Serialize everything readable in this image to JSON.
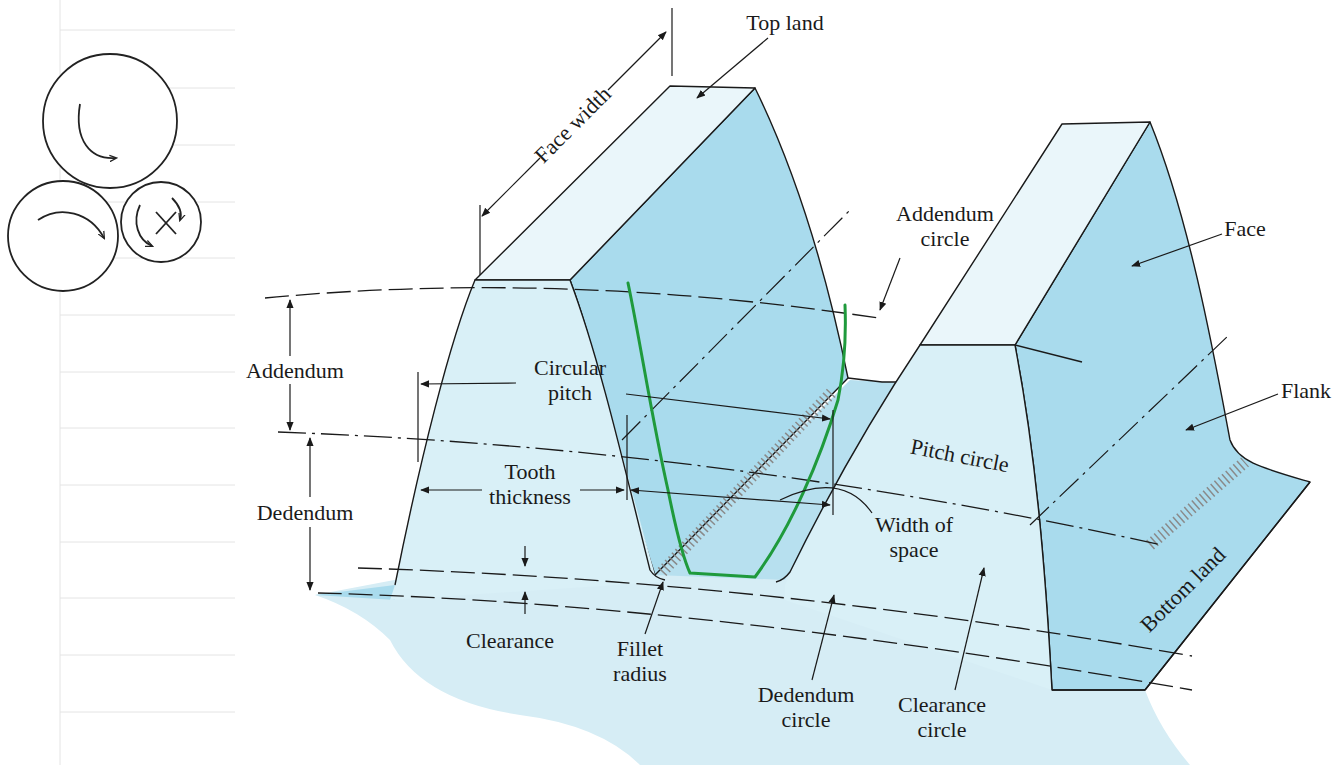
{
  "diagram": {
    "labels": [
      "Top land",
      "Face width",
      "Addendum circle",
      "Face",
      "Addendum",
      "Circular pitch",
      "Flank",
      "Pitch circle",
      "Dedendum",
      "Tooth thickness",
      "Width of space",
      "Bottom land",
      "Clearance",
      "Fillet radius",
      "Dedendum circle",
      "Clearance circle"
    ]
  }
}
